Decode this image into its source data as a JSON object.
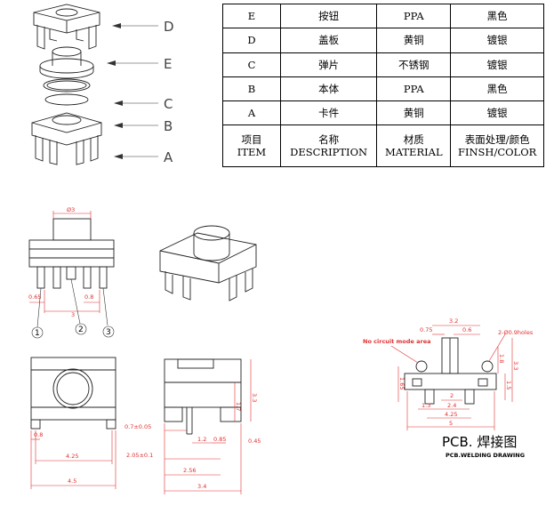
{
  "callouts": [
    "D",
    "E",
    "C",
    "B",
    "A"
  ],
  "table": {
    "rows": [
      [
        "E",
        "按钮",
        "PPA",
        "黑色"
      ],
      [
        "D",
        "盖板",
        "黄铜",
        "镀银"
      ],
      [
        "C",
        "弹片",
        "不锈钢",
        "镀银"
      ],
      [
        "B",
        "本体",
        "PPA",
        "黑色"
      ],
      [
        "A",
        "卡件",
        "黄铜",
        "镀银"
      ]
    ],
    "header_cn": [
      "项目",
      "名称",
      "材质",
      "表面处理/颜色"
    ],
    "header_en": [
      "ITEM",
      "DESCRIPTION",
      "MATERIAL",
      "FINSH/COLOR"
    ]
  },
  "front_view": {
    "dims": [
      "Ø3",
      "0.65",
      "3",
      "0.8"
    ],
    "pins": [
      "1",
      "2",
      "3"
    ]
  },
  "top_view": {
    "dims": [
      "0.8",
      "4.25",
      "4.5"
    ]
  },
  "side_view": {
    "dims": [
      "3.3",
      "1.7",
      "0.7±0.05",
      "1.2",
      "0.85",
      "0.45",
      "2.05±0.1",
      "2.56",
      "3.4"
    ]
  },
  "pcb": {
    "dims": [
      "0.75",
      "3.2",
      "0.6",
      "2-Ø0.9holes",
      "1.8",
      "3.3",
      "1.5",
      "1.65",
      "2",
      "2.4",
      "1.3",
      "4.25",
      "5"
    ],
    "note": "No circuit mode area",
    "title": "PCB. 焊接图",
    "subtitle": "PCB.WELDING DRAWING"
  }
}
